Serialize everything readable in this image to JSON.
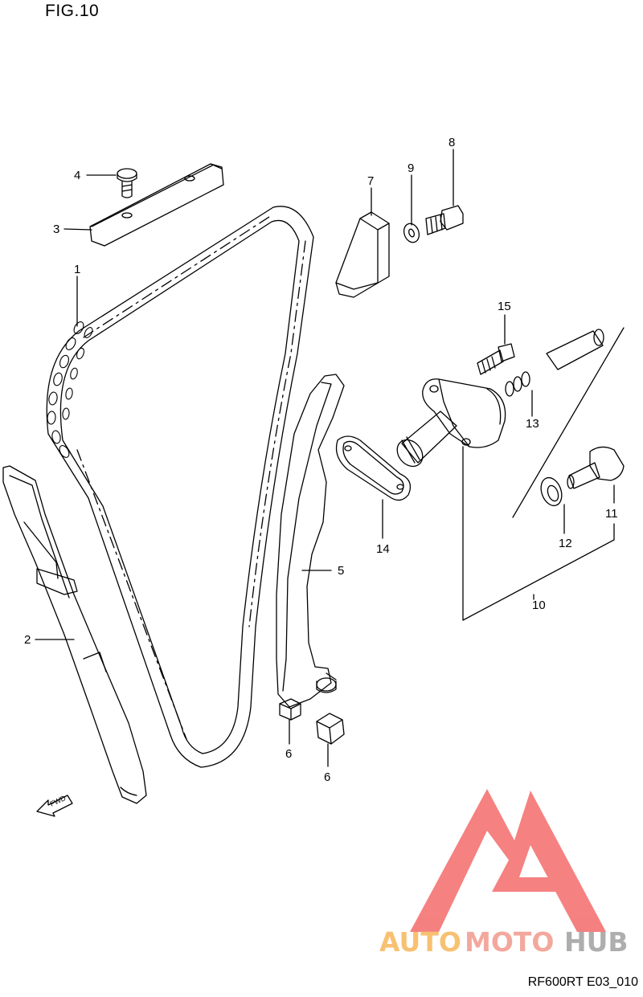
{
  "figure": {
    "title": "FIG.10",
    "drawing_code": "RF600RT E03_010",
    "fwd_label": "FWD"
  },
  "callouts": [
    {
      "id": "c1",
      "text": "1"
    },
    {
      "id": "c2",
      "text": "2"
    },
    {
      "id": "c3",
      "text": "3"
    },
    {
      "id": "c4",
      "text": "4"
    },
    {
      "id": "c5",
      "text": "5"
    },
    {
      "id": "c6a",
      "text": "6"
    },
    {
      "id": "c6b",
      "text": "6"
    },
    {
      "id": "c7",
      "text": "7"
    },
    {
      "id": "c8",
      "text": "8"
    },
    {
      "id": "c9",
      "text": "9"
    },
    {
      "id": "c10",
      "text": "10"
    },
    {
      "id": "c11",
      "text": "11"
    },
    {
      "id": "c12",
      "text": "12"
    },
    {
      "id": "c13",
      "text": "13"
    },
    {
      "id": "c14",
      "text": "14"
    },
    {
      "id": "c15",
      "text": "15"
    }
  ],
  "watermark": {
    "part1": "AUTO",
    "part2": "MOTO",
    "part3": "HUB",
    "colors": {
      "orange": "#f7b75a",
      "pink": "#f29a8c",
      "gray": "#a0a0a0",
      "logo": "#f36b6b"
    }
  }
}
